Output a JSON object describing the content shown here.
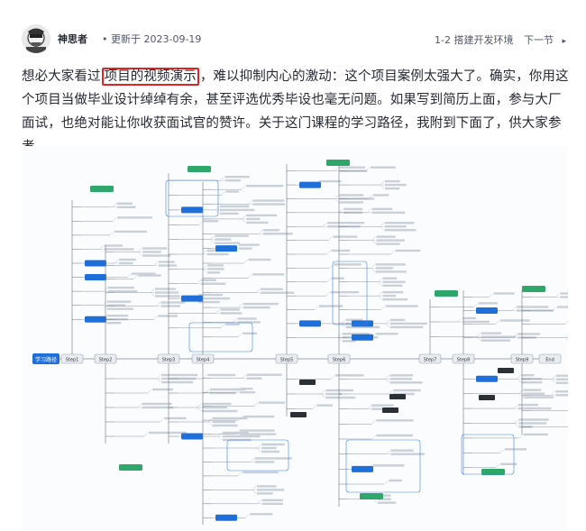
{
  "header": {
    "author": "神思者",
    "update": "• 更新于 2023-09-19",
    "chapter": "1-2 搭建开发环境",
    "next_label": "下一节",
    "next_icon": "chevron-right-icon"
  },
  "article": {
    "before": "想必大家看过",
    "highlight": "项目的视频演示",
    "after": "，难以抑制内心的激动：这个项目案例太强大了。确实，你用这个项目当做毕业设计绰绰有余，甚至评选优秀毕设也毫无问题。如果写到简历上面，参与大厂面试，也绝对能让你收获面试官的赞许。关于这门课程的学习路径，我附到下面了，供大家参考。"
  },
  "mindmap": {
    "root": "学习路径",
    "steps": [
      "Step1",
      "Step2",
      "Step3",
      "Step4",
      "Step5",
      "Step6",
      "Step7",
      "Step8",
      "Step9",
      "End"
    ]
  },
  "colors": {
    "accent_red": "#e02424",
    "node_blue": "#1e6fd9",
    "node_green": "#2fa66a",
    "node_dark": "#2b2f36",
    "branch": "#6b7280"
  }
}
